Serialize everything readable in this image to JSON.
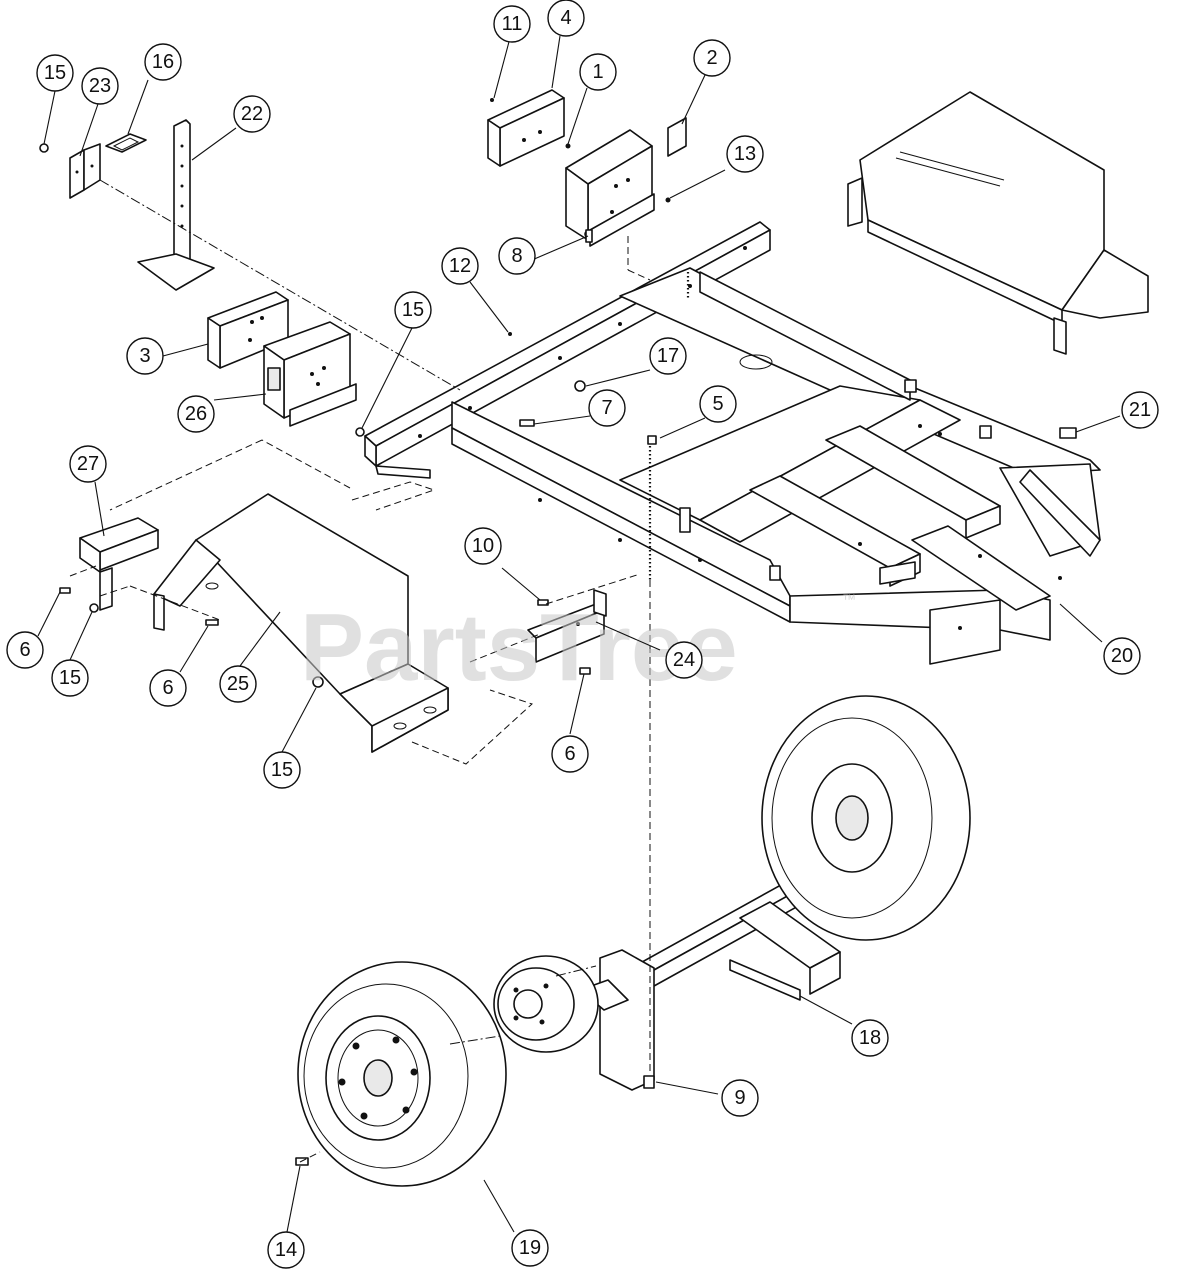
{
  "watermark": {
    "text": "PartsTree",
    "mark": "™"
  },
  "callouts": [
    {
      "num": "1"
    },
    {
      "num": "2"
    },
    {
      "num": "3"
    },
    {
      "num": "4"
    },
    {
      "num": "5"
    },
    {
      "num": "6"
    },
    {
      "num": "6"
    },
    {
      "num": "6"
    },
    {
      "num": "7"
    },
    {
      "num": "8"
    },
    {
      "num": "9"
    },
    {
      "num": "10"
    },
    {
      "num": "11"
    },
    {
      "num": "12"
    },
    {
      "num": "13"
    },
    {
      "num": "14"
    },
    {
      "num": "15"
    },
    {
      "num": "15"
    },
    {
      "num": "15"
    },
    {
      "num": "15"
    },
    {
      "num": "16"
    },
    {
      "num": "17"
    },
    {
      "num": "18"
    },
    {
      "num": "19"
    },
    {
      "num": "20"
    },
    {
      "num": "21"
    },
    {
      "num": "22"
    },
    {
      "num": "23"
    },
    {
      "num": "24"
    },
    {
      "num": "25"
    },
    {
      "num": "26"
    },
    {
      "num": "27"
    }
  ]
}
